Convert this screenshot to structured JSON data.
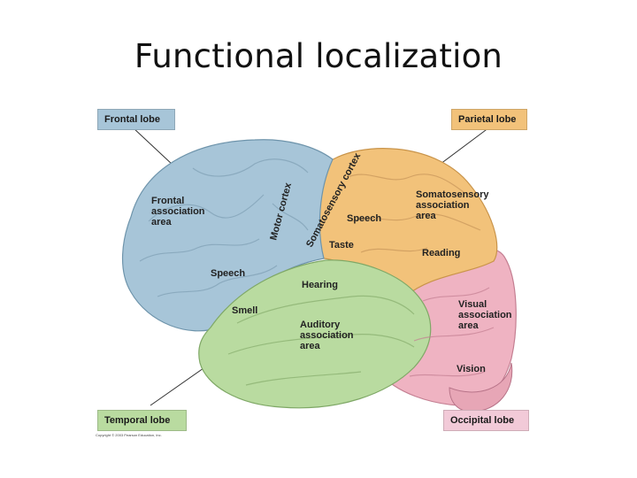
{
  "slide": {
    "title": "Functional localization"
  },
  "figure": {
    "lobes": {
      "frontal": {
        "label": "Frontal lobe",
        "color": "#a7c5d8"
      },
      "parietal": {
        "label": "Parietal lobe",
        "color": "#f2c27a"
      },
      "temporal": {
        "label": "Temporal lobe",
        "color": "#b9dba0"
      },
      "occipital": {
        "label": "Occipital lobe",
        "color": "#f2cad8"
      }
    },
    "areas": {
      "frontal_association": [
        "Frontal",
        "association",
        "area"
      ],
      "motor_cortex": "Motor cortex",
      "somatosensory_cortex": "Somatosensory cortex",
      "somatosensory_association": [
        "Somatosensory",
        "association",
        "area"
      ],
      "speech_parietal": "Speech",
      "taste": "Taste",
      "reading": "Reading",
      "speech_frontal": "Speech",
      "hearing": "Hearing",
      "smell": "Smell",
      "auditory_association": [
        "Auditory",
        "association",
        "area"
      ],
      "visual_association": [
        "Visual",
        "association",
        "area"
      ],
      "vision": "Vision"
    },
    "copyright": "Copyright © 2003 Pearson Education, Inc."
  }
}
